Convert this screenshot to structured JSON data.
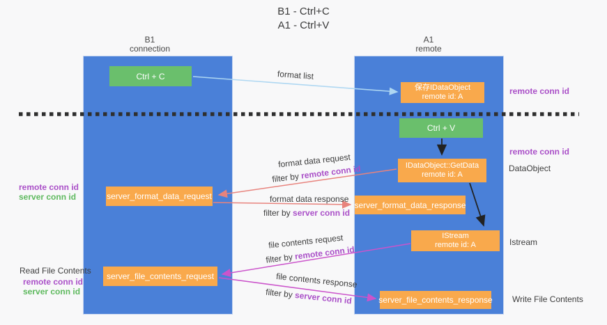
{
  "title": {
    "line1": "B1 - Ctrl+C",
    "line2": "A1 - Ctrl+V"
  },
  "columns": {
    "left": {
      "name": "B1",
      "role": "connection"
    },
    "right": {
      "name": "A1",
      "role": "remote"
    }
  },
  "boxes": {
    "ctrl_c": "Ctrl + C",
    "ctrl_v": "Ctrl + V",
    "save_dataobject_line1": "保存IDataObject",
    "save_dataobject_line2": "remote id: A",
    "getdata_line1": "IDataObject::GetData",
    "getdata_line2": "remote id: A",
    "istream_line1": "IStream",
    "istream_line2": "remote id: A",
    "format_request": "server_format_data_request",
    "format_response": "server_format_data_response",
    "file_request": "server_file_contents_request",
    "file_response": "server_file_contents_response"
  },
  "arrows": {
    "format_list": "format list",
    "format_data_request": "format data request",
    "format_data_response": "format data response",
    "file_contents_request": "file contents request",
    "file_contents_response": "file contents response",
    "filter_by": "filter by ",
    "remote_conn_id": "remote conn id",
    "server_conn_id": "server conn id"
  },
  "side_labels": {
    "remote_conn_id": "remote conn id",
    "server_conn_id": "server conn id",
    "dataobject": "DataObject",
    "istream": "Istream",
    "read_file_contents": "Read File Contents",
    "write_file_contents": "Write File Contents"
  },
  "colors": {
    "column_blue": "#4a80d8",
    "box_green": "#6abf6c",
    "box_orange": "#f9a94c",
    "arrow_salmon": "#e8837d",
    "arrow_magenta": "#cb54cb",
    "arrow_lightblue": "#aed7f2",
    "arrow_black": "#222222",
    "label_purple": "#aa50c8",
    "label_green": "#5eb95e",
    "background": "#f8f8f9"
  }
}
